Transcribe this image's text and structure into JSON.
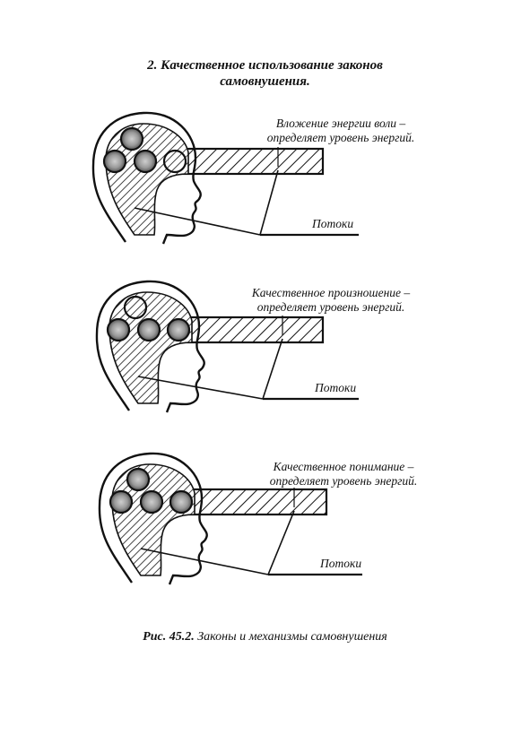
{
  "heading": {
    "line1": "2. Качественное использование законов",
    "line2": "самовнушения."
  },
  "panels": [
    {
      "caption_line1": "Вложение энергии воли –",
      "caption_line2": "определяет уровень энергий.",
      "flows_label": "Потоки",
      "hatched_circle": "front-bottom"
    },
    {
      "caption_line1": "Качественное произношение –",
      "caption_line2": "определяет уровень энергий.",
      "flows_label": "Потоки",
      "hatched_circle": "top-middle"
    },
    {
      "caption_line1": "Качественное понимание –",
      "caption_line2": "определяет уровень энергий.",
      "flows_label": "Потоки",
      "hatched_circle": "none"
    }
  ],
  "figure_caption": {
    "label": "Рис. 45.2.",
    "text": "Законы и механизмы самовнушения"
  }
}
